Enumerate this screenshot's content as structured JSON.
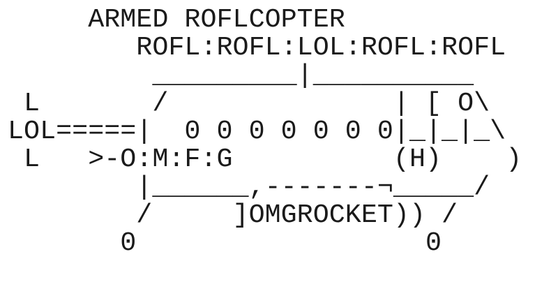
{
  "meta": {
    "description": "ARMED ROFLCOPTER ASCII art rendered in black monospace text on a white background",
    "background_color": "#ffffff",
    "text_color": "#1a1a1a"
  },
  "art": {
    "title": "ARMED ROFLCOPTER",
    "rotor_sound": "ROFL:ROFL:LOL:ROFL:ROFL",
    "side_sound": "LOL",
    "gun_sound": ">-O:M:F:G",
    "hatch_label": "(H)",
    "rocket_label": "OMGROCKET",
    "window_glyphs": "0 0 0 0 0 0 0",
    "text": "     ARMED ROFLCOPTER\n        ROFL:ROFL:LOL:ROFL:ROFL\n         _________|__________\n L       /              | [ O\\\nLOL=====|  0 0 0 0 0 0 0|_|_|_\\\n L   >-O:M:F:G          (H)    )\n        |______,-------¬_____/\n        /     ]OMGROCKET)) /\n       0                  0"
  }
}
